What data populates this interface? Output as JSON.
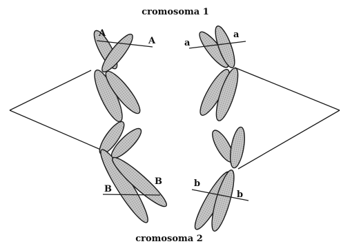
{
  "title_top": "cromosoma 1",
  "title_bottom": "cromosoma 2",
  "alleles": {
    "A_left": "A",
    "A_right": "A",
    "a_left": "a",
    "a_right": "a",
    "B_left": "B",
    "B_right": "B",
    "b_left": "b",
    "b_right": "b"
  },
  "colors": {
    "chromatid_fill": "#b9b9b9",
    "line": "#1a1a1a"
  }
}
